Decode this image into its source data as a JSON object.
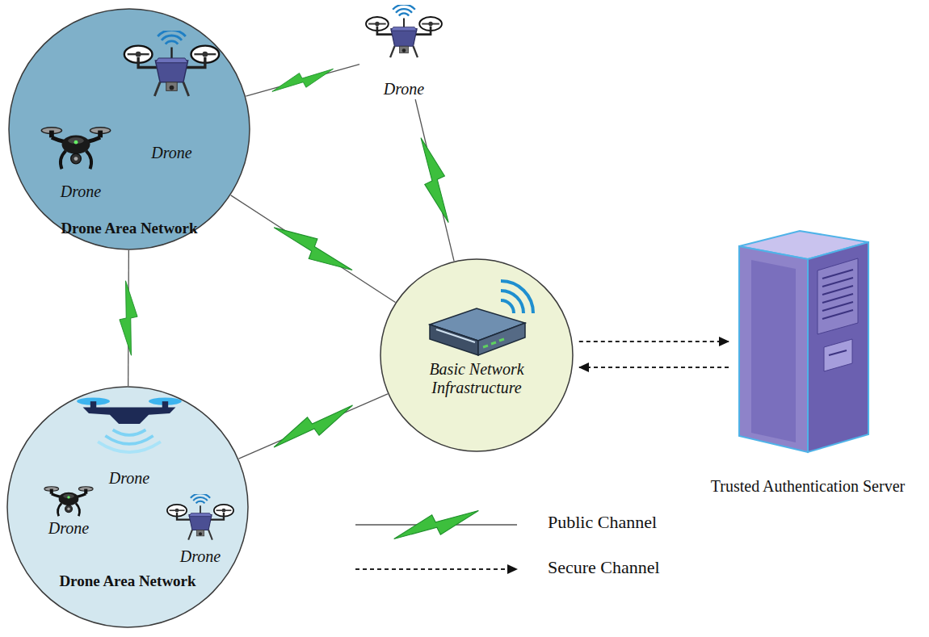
{
  "diagram": {
    "nodes": [
      {
        "text": [
          "Drone Area Network"
        ]
      },
      {
        "text": [
          "Drone"
        ],
        "in": 0
      },
      {
        "text": [
          "Drone"
        ],
        "in": 0
      },
      {
        "text": [
          "Drone"
        ]
      },
      {
        "text": [
          "Basic Network Infrastructure"
        ]
      },
      {
        "text": [
          "Trusted Authentication Server"
        ]
      },
      {
        "text": [
          "Drone Area Network"
        ]
      },
      {
        "text": [
          "Drone"
        ],
        "in": 6
      },
      {
        "text": [
          "Drone"
        ],
        "in": 6
      },
      {
        "text": [
          "Drone"
        ],
        "in": 6
      }
    ],
    "edges": [
      {
        "from": 0,
        "to": 3,
        "arrow": "none"
      },
      {
        "from": 3,
        "to": 4,
        "arrow": "none"
      },
      {
        "from": 0,
        "to": 4,
        "arrow": "none"
      },
      {
        "from": 0,
        "to": 6,
        "arrow": "none"
      },
      {
        "from": 6,
        "to": 4,
        "arrow": "none"
      },
      {
        "from": 4,
        "to": 5,
        "arrow": "to"
      },
      {
        "from": 5,
        "to": 4,
        "arrow": "to"
      }
    ],
    "legend": [
      {
        "text": "Public Channel"
      },
      {
        "text": "Secure Channel"
      }
    ]
  }
}
